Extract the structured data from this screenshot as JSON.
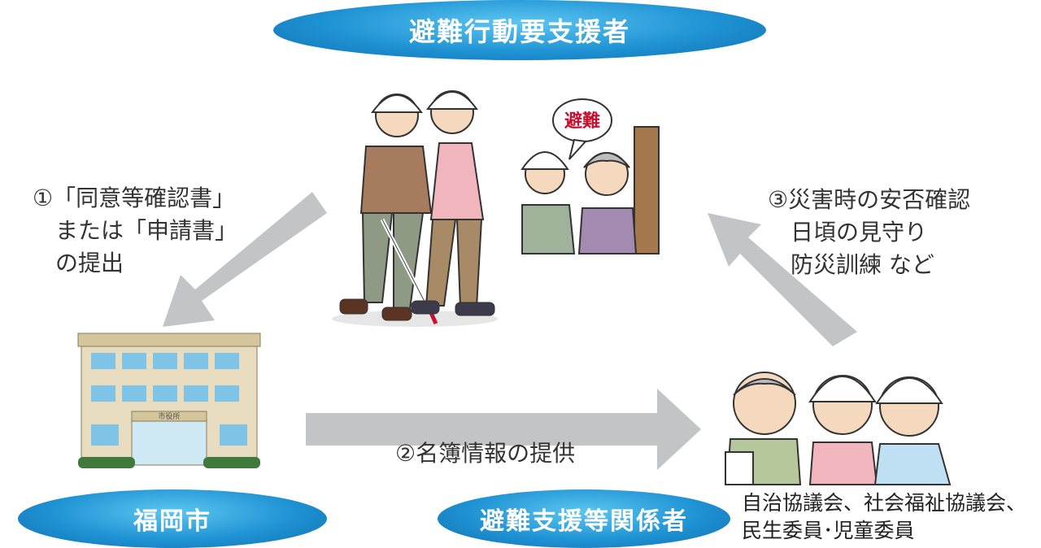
{
  "header": {
    "title": "避難行動要支援者"
  },
  "city": {
    "label": "福岡市",
    "building_sign": "市役所"
  },
  "supporters": {
    "label": "避難支援等関係者",
    "members_line1": "自治協議会、社会福祉協議会、",
    "members_line2": "民生委員･児童委員"
  },
  "steps": {
    "step1": "①「同意等確認書」\n　または「申請書」\n　の提出",
    "step2": "②名簿情報の提供",
    "step3": "③災害時の安否確認\n　日頃の見守り\n　防災訓練 など"
  },
  "illustration": {
    "speech_bubble": "避難"
  },
  "colors": {
    "pill_blue": "#1f93d4",
    "arrow_gray": "#c2c4c6",
    "building_beige": "#e8dcc0"
  }
}
